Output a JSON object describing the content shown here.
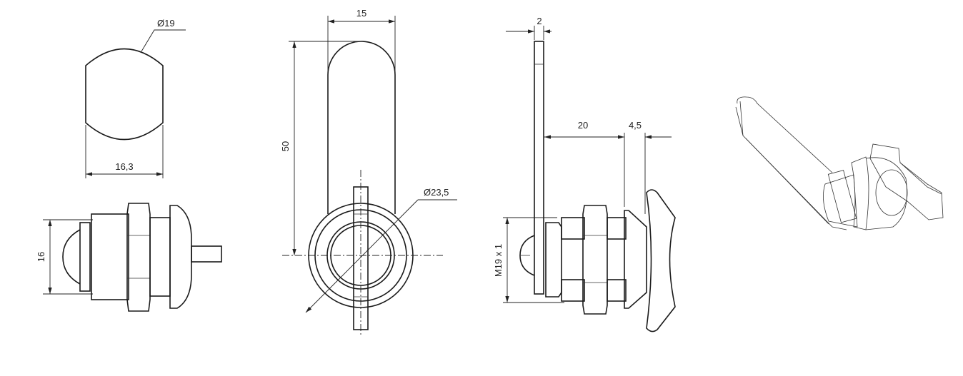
{
  "dimensions": {
    "cam_diameter": "Ø19",
    "cam_width": "16,3",
    "body_height": "16",
    "blade_width": "15",
    "blade_length": "50",
    "flange_diameter": "Ø23,5",
    "blade_thickness": "2",
    "blade_offset": "20",
    "flange_thickness": "4,5",
    "thread": "M19 x 1"
  }
}
